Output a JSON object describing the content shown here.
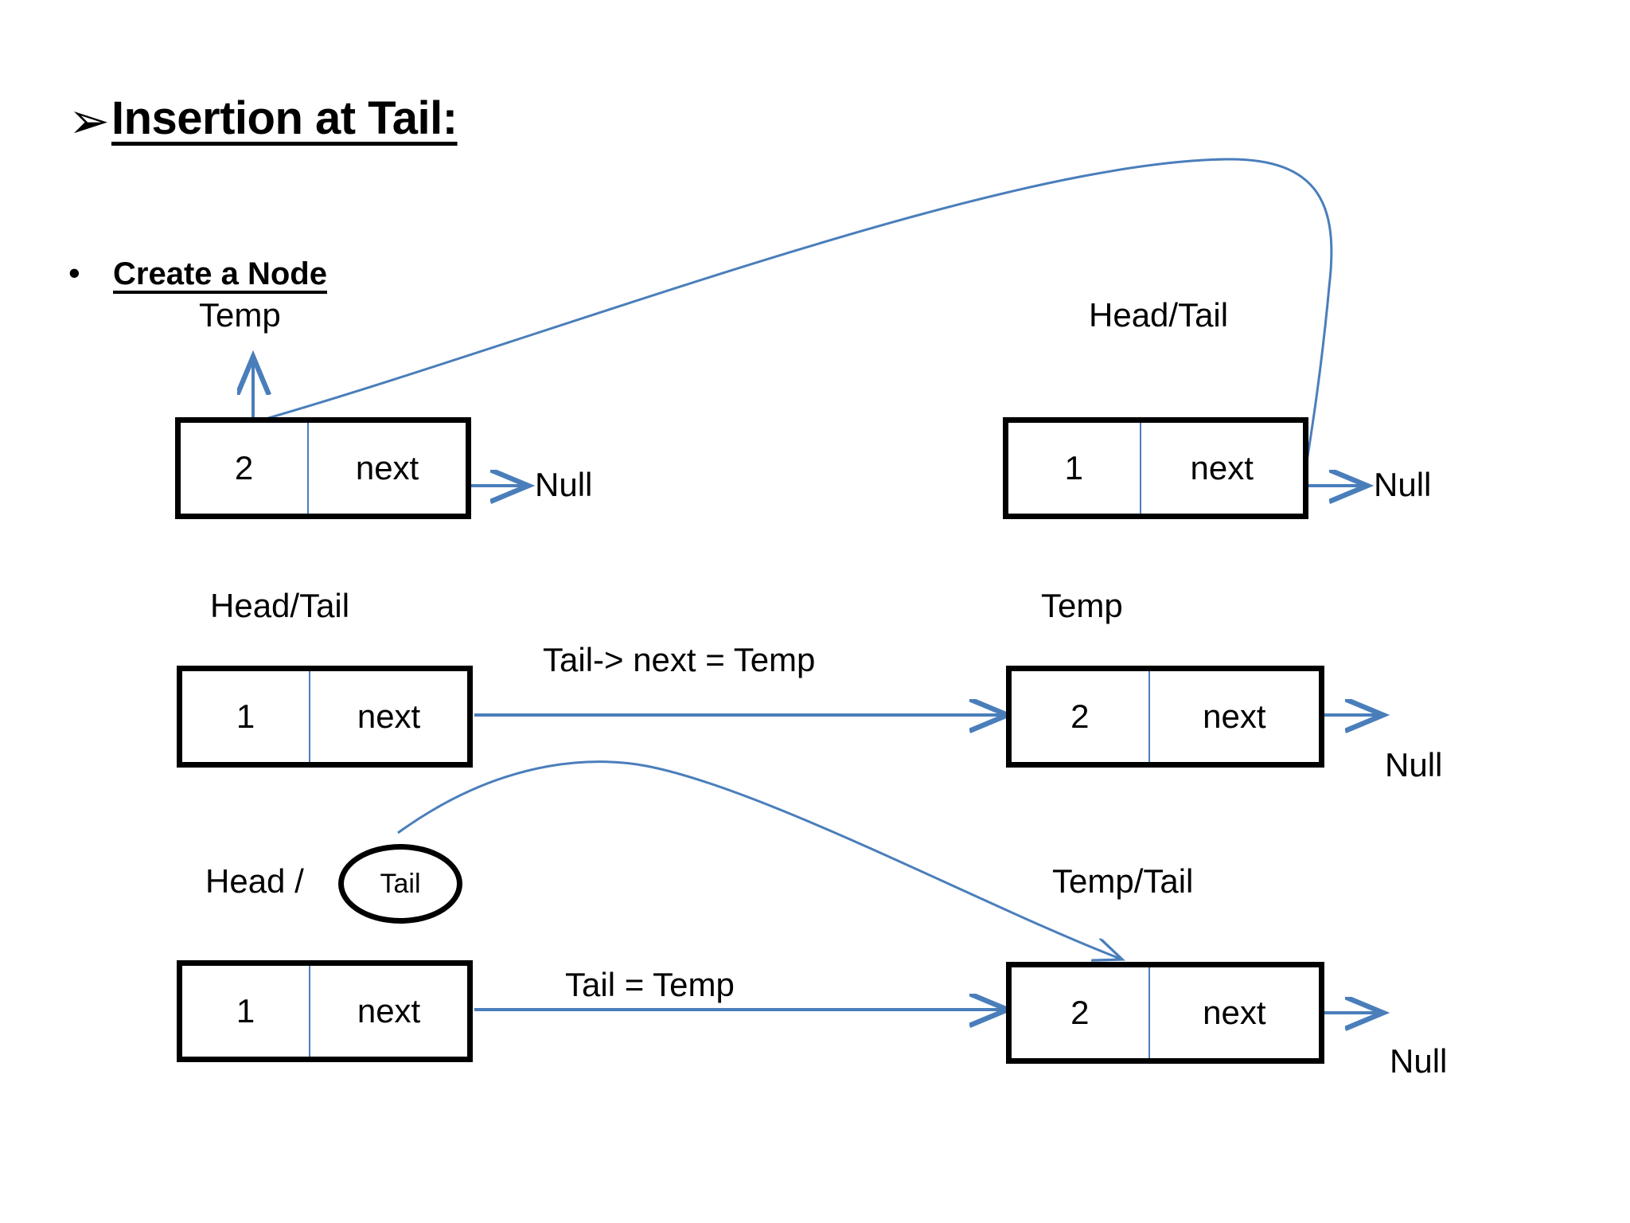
{
  "slide": {
    "heading": {
      "bullet_glyph": "➢",
      "text": "Insertion at Tail:"
    },
    "subbullet": {
      "bullet_glyph": "•",
      "text": "Create a Node"
    },
    "accent_color": "#4a7ebb",
    "ink_color": "#000000",
    "background_color": "#ffffff"
  },
  "diagram": {
    "rows": [
      {
        "id": "row-create-node",
        "left": {
          "pointer_label": "Temp",
          "node": {
            "data": "2",
            "next": "next"
          },
          "terminator": "Null"
        },
        "right": {
          "pointer_label": "Head/Tail",
          "node": {
            "data": "1",
            "next": "next"
          },
          "terminator": "Null"
        },
        "connector_label": ""
      },
      {
        "id": "row-tail-next-temp",
        "left": {
          "pointer_label": "Head/Tail",
          "node": {
            "data": "1",
            "next": "next"
          },
          "terminator": ""
        },
        "right": {
          "pointer_label": "Temp",
          "node": {
            "data": "2",
            "next": "next"
          },
          "terminator": "Null"
        },
        "connector_label": "Tail-> next = Temp"
      },
      {
        "id": "row-tail-equals-temp",
        "left": {
          "pointer_label": "Head /",
          "ellipse_label": "Tail",
          "node": {
            "data": "1",
            "next": "next"
          },
          "terminator": ""
        },
        "right": {
          "pointer_label": "Temp/Tail",
          "node": {
            "data": "2",
            "next": "next"
          },
          "terminator": "Null"
        },
        "connector_label": "Tail = Temp"
      }
    ]
  }
}
